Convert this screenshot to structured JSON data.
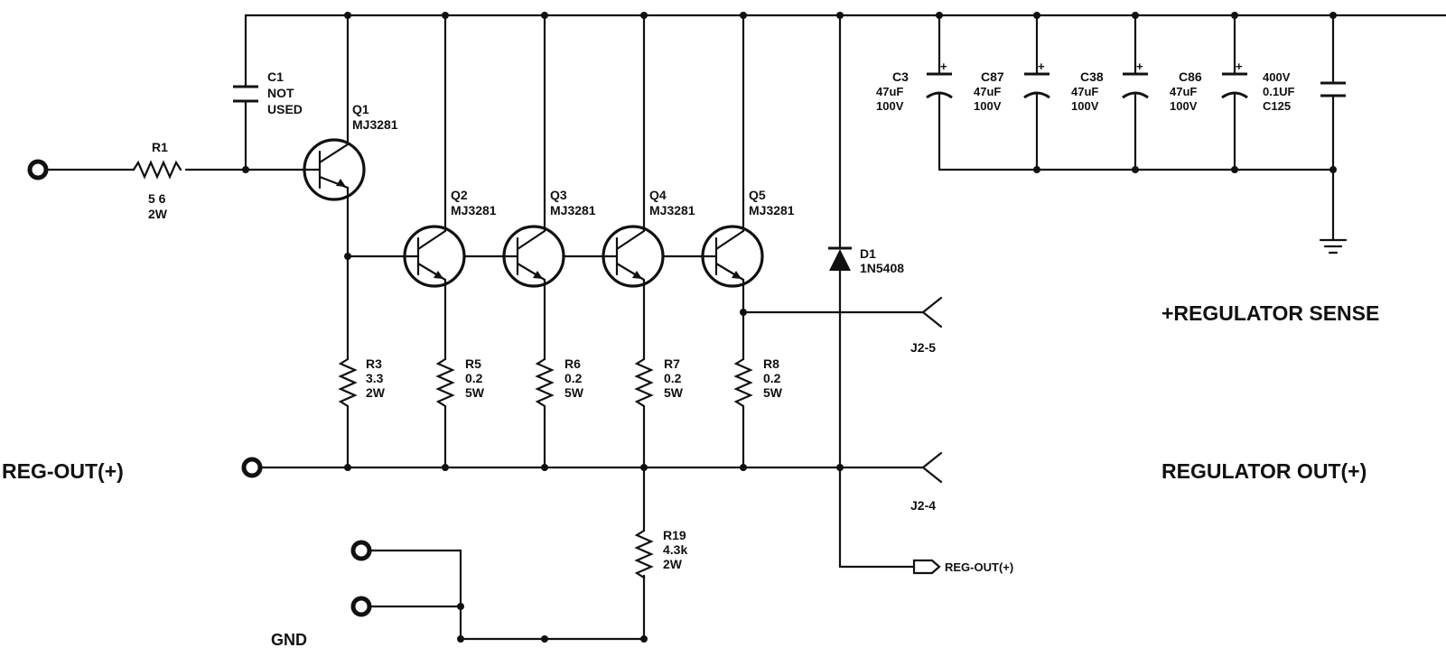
{
  "nets": {
    "reg_out_left": "REG-OUT(+)",
    "regulator_sense": "+REGULATOR SENSE",
    "regulator_out": "REGULATOR OUT(+)",
    "gnd": "GND",
    "reg_out_tag": "REG-OUT(+)"
  },
  "connectors": {
    "j2_5": "J2-5",
    "j2_4": "J2-4"
  },
  "r1": {
    "ref": "R1",
    "value": "5 6",
    "rating": "2W"
  },
  "c1": {
    "ref": "C1",
    "line2": "NOT",
    "line3": "USED"
  },
  "q1": {
    "ref": "Q1",
    "part": "MJ3281"
  },
  "q2": {
    "ref": "Q2",
    "part": "MJ3281"
  },
  "q3": {
    "ref": "Q3",
    "part": "MJ3281"
  },
  "q4": {
    "ref": "Q4",
    "part": "MJ3281"
  },
  "q5": {
    "ref": "Q5",
    "part": "MJ3281"
  },
  "r3": {
    "ref": "R3",
    "value": "3.3",
    "rating": "2W"
  },
  "r5": {
    "ref": "R5",
    "value": "0.2",
    "rating": "5W"
  },
  "r6": {
    "ref": "R6",
    "value": "0.2",
    "rating": "5W"
  },
  "r7": {
    "ref": "R7",
    "value": "0.2",
    "rating": "5W"
  },
  "r8": {
    "ref": "R8",
    "value": "0.2",
    "rating": "5W"
  },
  "r19": {
    "ref": "R19",
    "value": "4.3k",
    "rating": "2W"
  },
  "d1": {
    "ref": "D1",
    "part": "1N5408"
  },
  "c3": {
    "ref": "C3",
    "value": "47uF",
    "rating": "100V"
  },
  "c87": {
    "ref": "C87",
    "value": "47uF",
    "rating": "100V"
  },
  "c38": {
    "ref": "C38",
    "value": "47uF",
    "rating": "100V"
  },
  "c86": {
    "ref": "C86",
    "value": "47uF",
    "rating": "100V"
  },
  "c125": {
    "ref": "C125",
    "value": "0.1UF",
    "rating": "400V"
  },
  "polarity_mark": "+"
}
